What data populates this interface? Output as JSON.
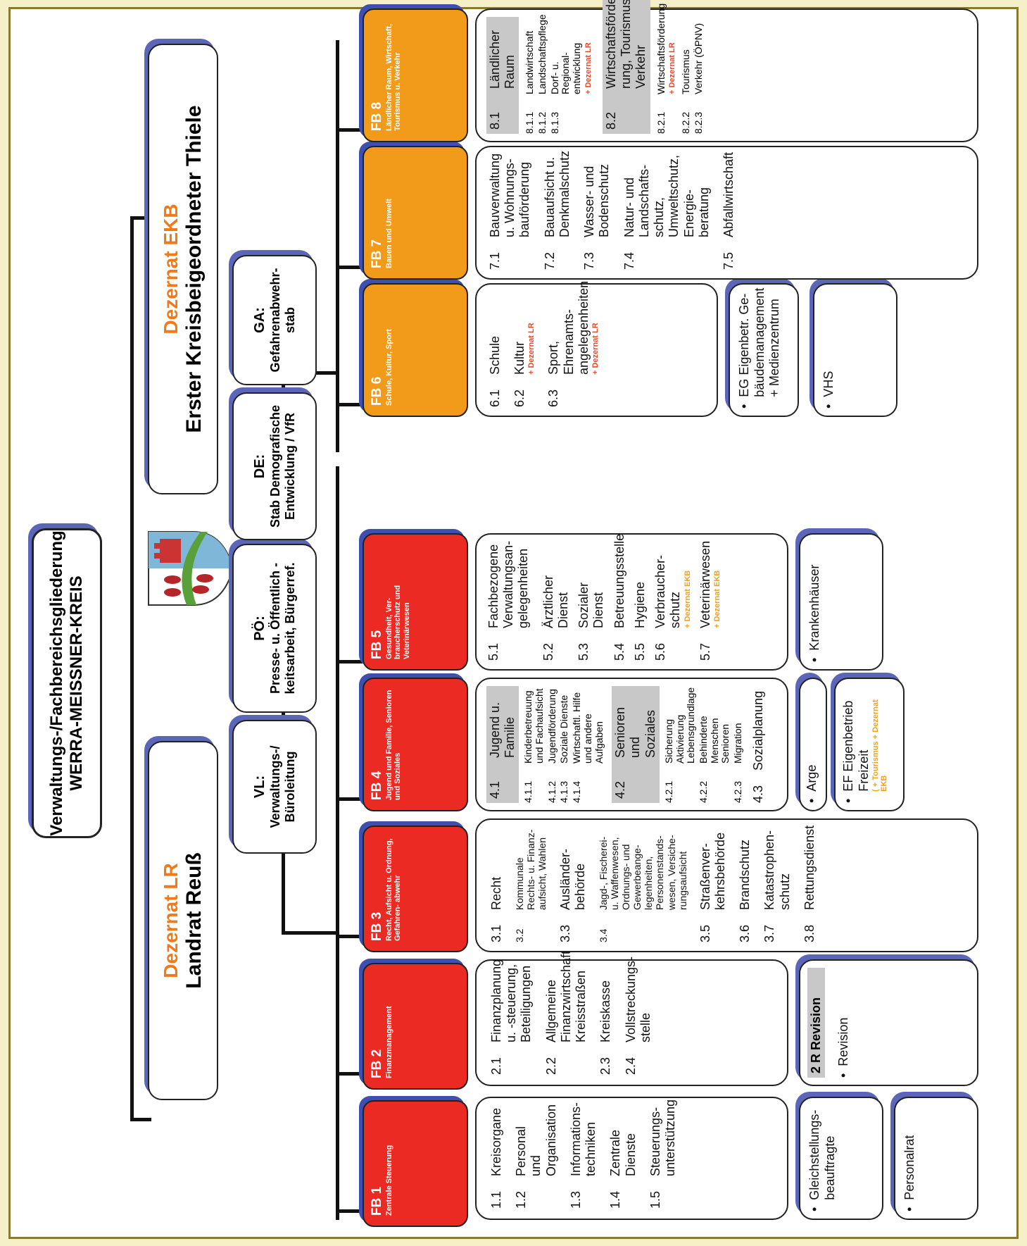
{
  "title": {
    "line1": "Verwaltungs-/Fachbereichsgliederung",
    "line2": "WERRA-MEISSNER-KREIS"
  },
  "dezernat_lr": {
    "label": "Dezernat LR",
    "name": "Landrat Reuß"
  },
  "dezernat_ekb": {
    "label": "Dezernat EKB",
    "name": "Erster Kreisbeigeordneter Thiele"
  },
  "stabs": [
    {
      "abbr": "VL:",
      "text": "Verwaltungs-/ Büroleitung"
    },
    {
      "abbr": "PÖ:",
      "text": "Presse- u. Öffentlich - keitsarbeit, Bürgerref."
    },
    {
      "abbr": "DE:",
      "text": "Stab Demografische Entwicklung / VfR"
    },
    {
      "abbr": "GA:",
      "text": "Gefahrenabwehr- stab"
    }
  ],
  "fb1": {
    "num": "FB 1",
    "title": "Zentrale Steuerung",
    "items": [
      {
        "no": "1.1",
        "text": "Kreisorgane"
      },
      {
        "no": "1.2",
        "text": "Personal und Organisation"
      },
      {
        "no": "1.3",
        "text": "Informations- techniken"
      },
      {
        "no": "1.4",
        "text": "Zentrale Dienste"
      },
      {
        "no": "1.5",
        "text": "Steuerungs- unterstützung"
      }
    ],
    "extra1": "Gleichstellungs- beauftragte",
    "extra2": "Personalrat"
  },
  "fb2": {
    "num": "FB 2",
    "title": "Finanzmanagement",
    "items": [
      {
        "no": "2.1",
        "text": "Finanzplanung u. -steuerung, Beteiligungen"
      },
      {
        "no": "2.2",
        "text": "Allgemeine Finanzwirtschaft, Kreisstraßen"
      },
      {
        "no": "2.3",
        "text": "Kreiskasse"
      },
      {
        "no": "2.4",
        "text": "Vollstreckungs- stelle"
      }
    ],
    "revision_head": "2 R  Revision",
    "revision_item": "Revision"
  },
  "fb3": {
    "num": "FB 3",
    "title": "Recht, Aufsicht u. Ordnung, Gefahren- abwehr",
    "items": [
      {
        "no": "3.1",
        "text": "Recht"
      },
      {
        "no": "3.2",
        "text": "Kommunale Rechts- u. Finanz- aufsicht, Wahlen"
      },
      {
        "no": "3.3",
        "text": "Ausländer- behörde"
      },
      {
        "no": "3.4",
        "text": "Jagd-, Fischerei- u. Waffenwesen, Ordnungs- und Gewerbeange- legenheiten, Personenstands- wesen, Versiche- rungsaufsicht"
      },
      {
        "no": "3.5",
        "text": "Straßenver- kehrsbehörde"
      },
      {
        "no": "3.6",
        "text": "Brandschutz"
      },
      {
        "no": "3.7",
        "text": "Katastrophen- schutz"
      },
      {
        "no": "3.8",
        "text": "Rettungsdienst"
      }
    ]
  },
  "fb4": {
    "num": "FB 4",
    "title": "Jugend und Familie, Senioren und Soziales",
    "head1": "Jugend u. Familie",
    "head1_no": "4.1",
    "subs1": [
      {
        "no": "4.1.1",
        "text": "Kinderbetreuung und Fachaufsicht"
      },
      {
        "no": "4.1.2",
        "text": "Jugendförderung"
      },
      {
        "no": "4.1.3",
        "text": "Soziale Dienste"
      },
      {
        "no": "4.1.4",
        "text": "Wirtschaftl. Hilfe und andere Aufgaben"
      }
    ],
    "head2": "Senioren und Soziales",
    "head2_no": "4.2",
    "subs2": [
      {
        "no": "4.2.1",
        "text": "Sicherung Aktivierung Lebensgrundlage"
      },
      {
        "no": "4.2.2",
        "text": "Behinderte Menschen Senioren"
      },
      {
        "no": "4.2.3",
        "text": "Migration"
      }
    ],
    "item3_no": "4.3",
    "item3": "Sozialplanung",
    "arge": "Arge",
    "ef": "EF  Eigenbetrieb Freizeit",
    "ef_note": "( + Tourismus + Dezernat EKB"
  },
  "fb5": {
    "num": "FB 5",
    "title": "Gesundheit, Ver- braucherschutz und Veterinärwesen",
    "items": [
      {
        "no": "5.1",
        "text": "Fachbezogene Verwaltungsan- gelegenheiten",
        "note": ""
      },
      {
        "no": "5.2",
        "text": "Ärztlicher Dienst",
        "note": ""
      },
      {
        "no": "5.3",
        "text": "Sozialer Dienst",
        "note": ""
      },
      {
        "no": "5.4",
        "text": "Betreuungsstelle",
        "note": ""
      },
      {
        "no": "5.5",
        "text": "Hygiene",
        "note": ""
      },
      {
        "no": "5.6",
        "text": "Verbraucher- schutz",
        "note": "+ Dezernat EKB"
      },
      {
        "no": "5.7",
        "text": "Veterinärwesen",
        "note": "+ Dezernat EKB"
      }
    ],
    "extra": "Krankenhäuser"
  },
  "fb6": {
    "num": "FB 6",
    "title": "Schule, Kultur, Sport",
    "items": [
      {
        "no": "6.1",
        "text": "Schule",
        "note": ""
      },
      {
        "no": "6.2",
        "text": "Kultur",
        "note": "+ Dezernat LR"
      },
      {
        "no": "6.3",
        "text": "Sport, Ehrenamts- angelegenheiten",
        "note": "+ Dezernat LR"
      }
    ],
    "eg": "EG Eigenbetr. Ge- bäudemanagement + Medienzentrum",
    "vhs": "VHS"
  },
  "fb7": {
    "num": "FB 7",
    "title": "Bauen und Umwelt",
    "items": [
      {
        "no": "7.1",
        "text": "Bauverwaltung u. Wohnungs- bauförderung"
      },
      {
        "no": "7.2",
        "text": "Bauaufsicht u. Denkmalschutz"
      },
      {
        "no": "7.3",
        "text": "Wasser- und Bodenschutz"
      },
      {
        "no": "7.4",
        "text": "Natur- und Landschafts- schutz, Umweltschutz, Energie- beratung"
      },
      {
        "no": "7.5",
        "text": "Abfallwirtschaft"
      }
    ]
  },
  "fb8": {
    "num": "FB 8",
    "title": "Ländlicher Raum, Wirtschaft, Tourismus u. Verkehr",
    "head1_no": "8.1",
    "head1": "Ländlicher Raum",
    "subs1": [
      {
        "no": "8.1.1",
        "text": "Landwirtschaft"
      },
      {
        "no": "8.1.2",
        "text": "Landschaftspflege"
      },
      {
        "no": "8.1.3",
        "text": "Dorf- u. Regional- entwicklung"
      }
    ],
    "subs1_note": "+ Dezernat LR",
    "head2_no": "8.2",
    "head2": "Wirtschaftsförde- rung, Tourismus, Verkehr",
    "subs2a": {
      "no": "8.2.1",
      "text": "Wirtschaftsförderung"
    },
    "subs2a_note": "+ Dezernat LR",
    "subs2": [
      {
        "no": "8.2.2",
        "text": "Tourismus"
      },
      {
        "no": "8.2.3",
        "text": "Verkehr (ÖPNV)"
      }
    ]
  },
  "colors": {
    "red": "#ec2a24",
    "orange": "#f29a1a",
    "shadow": "#5b66b8",
    "dezernat": "#f07a1a"
  }
}
